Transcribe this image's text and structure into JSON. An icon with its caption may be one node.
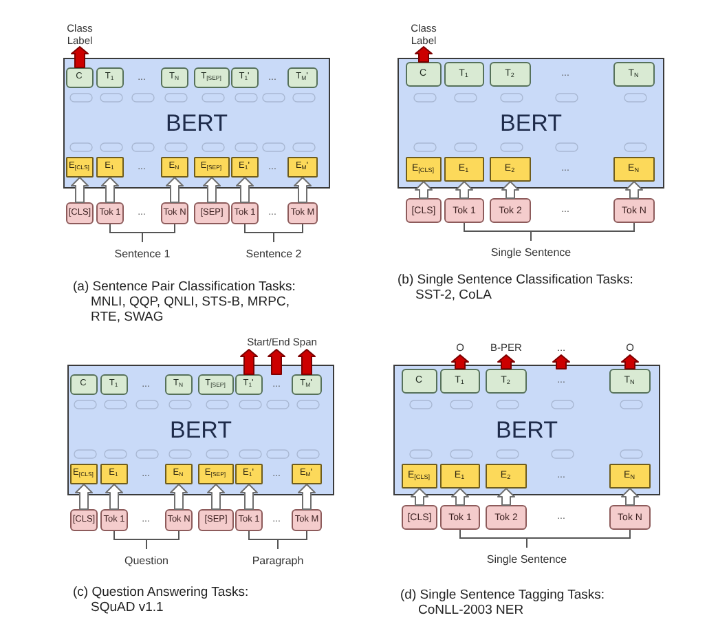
{
  "diagram": {
    "nodes": [
      {
        "text": [
          "Class Label"
        ]
      },
      {
        "text": [
          "BERT"
        ]
      },
      {
        "text": [
          "C"
        ],
        "in": 1
      },
      {
        "text": [
          "T$_{1}$"
        ],
        "in": 1
      },
      {
        "text": [
          "T$_{N}$"
        ],
        "in": 1
      },
      {
        "text": [
          "T$_{[SEP]}$"
        ],
        "in": 1
      },
      {
        "text": [
          "T$_{1}$'"
        ],
        "in": 1
      },
      {
        "text": [
          "T$_{M}$'"
        ],
        "in": 1
      },
      {
        "text": [
          "E$_{[CLS]}$"
        ],
        "in": 1
      },
      {
        "text": [
          "E$_{1}$"
        ],
        "in": 1
      },
      {
        "text": [
          "E$_{N}$"
        ],
        "in": 1
      },
      {
        "text": [
          "E$_{[SEP]}$"
        ],
        "in": 1
      },
      {
        "text": [
          "E$_{1}$'"
        ],
        "in": 1
      },
      {
        "text": [
          "E$_{M}$'"
        ],
        "in": 1
      },
      {
        "text": [
          "[CLS]"
        ]
      },
      {
        "text": [
          "Tok 1"
        ]
      },
      {
        "text": [
          "Tok N"
        ]
      },
      {
        "text": [
          "[SEP]"
        ]
      },
      {
        "text": [
          "Tok 1"
        ]
      },
      {
        "text": [
          "Tok M"
        ]
      },
      {
        "text": [
          "Class Label"
        ]
      },
      {
        "text": [
          "BERT"
        ]
      },
      {
        "text": [
          "C"
        ],
        "in": 21
      },
      {
        "text": [
          "T$_{1}$"
        ],
        "in": 21
      },
      {
        "text": [
          "T$_{2}$"
        ],
        "in": 21
      },
      {
        "text": [
          "T$_{N}$"
        ],
        "in": 21
      },
      {
        "text": [
          "E$_{[CLS]}$"
        ],
        "in": 21
      },
      {
        "text": [
          "E$_{1}$"
        ],
        "in": 21
      },
      {
        "text": [
          "E$_{2}$"
        ],
        "in": 21
      },
      {
        "text": [
          "E$_{N}$"
        ],
        "in": 21
      },
      {
        "text": [
          "[CLS]"
        ]
      },
      {
        "text": [
          "Tok 1"
        ]
      },
      {
        "text": [
          "Tok 2"
        ]
      },
      {
        "text": [
          "Tok N"
        ]
      },
      {
        "text": [
          "Start/End Span"
        ]
      },
      {
        "text": [
          "BERT"
        ]
      },
      {
        "text": [
          "C"
        ],
        "in": 35
      },
      {
        "text": [
          "T$_{1}$"
        ],
        "in": 35
      },
      {
        "text": [
          "T$_{N}$"
        ],
        "in": 35
      },
      {
        "text": [
          "T$_{[SEP]}$"
        ],
        "in": 35
      },
      {
        "text": [
          "T$_{1}$'"
        ],
        "in": 35
      },
      {
        "text": [
          "T$_{M}$'"
        ],
        "in": 35
      },
      {
        "text": [
          "E$_{[CLS]}$"
        ],
        "in": 35
      },
      {
        "text": [
          "E$_{1}$"
        ],
        "in": 35
      },
      {
        "text": [
          "E$_{N}$"
        ],
        "in": 35
      },
      {
        "text": [
          "E$_{[SEP]}$"
        ],
        "in": 35
      },
      {
        "text": [
          "E$_{1}$'"
        ],
        "in": 35
      },
      {
        "text": [
          "E$_{M}$'"
        ],
        "in": 35
      },
      {
        "text": [
          "[CLS]"
        ]
      },
      {
        "text": [
          "Tok 1"
        ]
      },
      {
        "text": [
          "Tok N"
        ]
      },
      {
        "text": [
          "[SEP]"
        ]
      },
      {
        "text": [
          "Tok 1"
        ]
      },
      {
        "text": [
          "Tok M"
        ]
      },
      {
        "text": [
          "O"
        ]
      },
      {
        "text": [
          "B-PER"
        ]
      },
      {
        "text": [
          "..."
        ]
      },
      {
        "text": [
          "O"
        ]
      },
      {
        "text": [
          "BERT"
        ]
      },
      {
        "text": [
          "C"
        ],
        "in": 58
      },
      {
        "text": [
          "T$_{1}$"
        ],
        "in": 58
      },
      {
        "text": [
          "T$_{2}$"
        ],
        "in": 58
      },
      {
        "text": [
          "T$_{N}$"
        ],
        "in": 58
      },
      {
        "text": [
          "E$_{[CLS]}$"
        ],
        "in": 58
      },
      {
        "text": [
          "E$_{1}$"
        ],
        "in": 58
      },
      {
        "text": [
          "E$_{2}$"
        ],
        "in": 58
      },
      {
        "text": [
          "E$_{N}$"
        ],
        "in": 58
      },
      {
        "text": [
          "[CLS]"
        ]
      },
      {
        "text": [
          "Tok 1"
        ]
      },
      {
        "text": [
          "Tok 2"
        ]
      },
      {
        "text": [
          "Tok N"
        ]
      }
    ],
    "edges": [
      {
        "from": 2,
        "to": 0,
        "arrow": "to",
        "color": "#cc0000"
      },
      {
        "from": 14,
        "to": 8,
        "arrow": "to"
      },
      {
        "from": 15,
        "to": 9,
        "arrow": "to"
      },
      {
        "from": 16,
        "to": 10,
        "arrow": "to"
      },
      {
        "from": 17,
        "to": 11,
        "arrow": "to"
      },
      {
        "from": 18,
        "to": 12,
        "arrow": "to"
      },
      {
        "from": 19,
        "to": 13,
        "arrow": "to"
      },
      {
        "from": 22,
        "to": 20,
        "arrow": "to",
        "color": "#cc0000"
      },
      {
        "from": 30,
        "to": 26,
        "arrow": "to"
      },
      {
        "from": 31,
        "to": 27,
        "arrow": "to"
      },
      {
        "from": 32,
        "to": 28,
        "arrow": "to"
      },
      {
        "from": 33,
        "to": 29,
        "arrow": "to"
      },
      {
        "from": 40,
        "to": 34,
        "arrow": "to",
        "color": "#cc0000"
      },
      {
        "from": null,
        "to": 34,
        "arrow": "to",
        "color": "#cc0000"
      },
      {
        "from": 41,
        "to": 34,
        "arrow": "to",
        "color": "#cc0000"
      },
      {
        "from": 48,
        "to": 42,
        "arrow": "to"
      },
      {
        "from": 49,
        "to": 43,
        "arrow": "to"
      },
      {
        "from": 50,
        "to": 44,
        "arrow": "to"
      },
      {
        "from": 51,
        "to": 45,
        "arrow": "to"
      },
      {
        "from": 52,
        "to": 46,
        "arrow": "to"
      },
      {
        "from": 53,
        "to": 47,
        "arrow": "to"
      },
      {
        "from": 60,
        "to": 54,
        "arrow": "to",
        "color": "#cc0000"
      },
      {
        "from": 61,
        "to": 55,
        "arrow": "to",
        "color": "#cc0000"
      },
      {
        "from": null,
        "to": 56,
        "arrow": "to",
        "color": "#cc0000"
      },
      {
        "from": 62,
        "to": 57,
        "arrow": "to",
        "color": "#cc0000"
      },
      {
        "from": 67,
        "to": 63,
        "arrow": "to"
      },
      {
        "from": 68,
        "to": 64,
        "arrow": "to"
      },
      {
        "from": 69,
        "to": 65,
        "arrow": "to"
      },
      {
        "from": 70,
        "to": 66,
        "arrow": "to"
      }
    ],
    "labels": [
      "...",
      "...",
      "...",
      "...",
      "...",
      "...",
      "Sentence 1",
      "Sentence 2",
      "(a) Sentence Pair Classification Tasks: MNLI, QQP, QNLI, STS-B, MRPC, RTE, SWAG",
      "...",
      "...",
      "...",
      "Single Sentence",
      "(b) Single Sentence Classification Tasks: SST-2, CoLA",
      "...",
      "...",
      "...",
      "...",
      "...",
      "...",
      "Question",
      "Paragraph",
      "(c) Question Answering Tasks: SQuAD v1.1",
      "...",
      "...",
      "...",
      "Single Sentence",
      "(d) Single Sentence Tagging Tasks: CoNLL-2003 NER"
    ]
  }
}
